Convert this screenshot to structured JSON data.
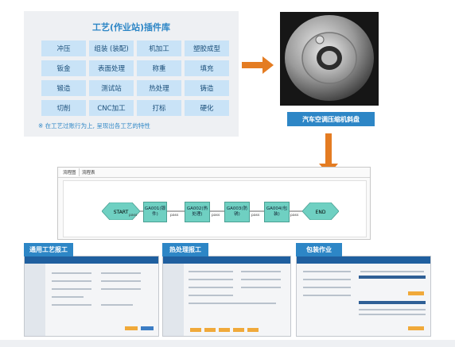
{
  "library": {
    "title": "工艺(作业站)插件库",
    "cells": [
      "冲压",
      "组装 (装配)",
      "机加工",
      "塑胶成型",
      "钣金",
      "表面处理",
      "称重",
      "填充",
      "锻造",
      "测试站",
      "热处理",
      "铸造",
      "切削",
      "CNC加工",
      "打标",
      "硬化"
    ],
    "note": "※ 在工艺过账行为上, 呈现出各工艺的特性"
  },
  "product_label": "汽车空调压缩机斜盘",
  "workflow": {
    "tabs": [
      "流程图",
      "流程表"
    ],
    "start": "START",
    "end": "END",
    "nodes": [
      "GA001(锻件)",
      "GA002(热处理)",
      "GA003(防锈)",
      "GA004(包装)"
    ],
    "edge_tags": [
      "pass",
      "pass",
      "pass",
      "pass",
      "pass"
    ]
  },
  "screens": [
    {
      "label": "通用工艺报工"
    },
    {
      "label": "热处理报工"
    },
    {
      "label": "包装作业"
    }
  ],
  "colors": {
    "accent": "#2d86c6",
    "arrow": "#e47c22",
    "node": "#6fd0c2",
    "cell": "#c9e3f7"
  }
}
